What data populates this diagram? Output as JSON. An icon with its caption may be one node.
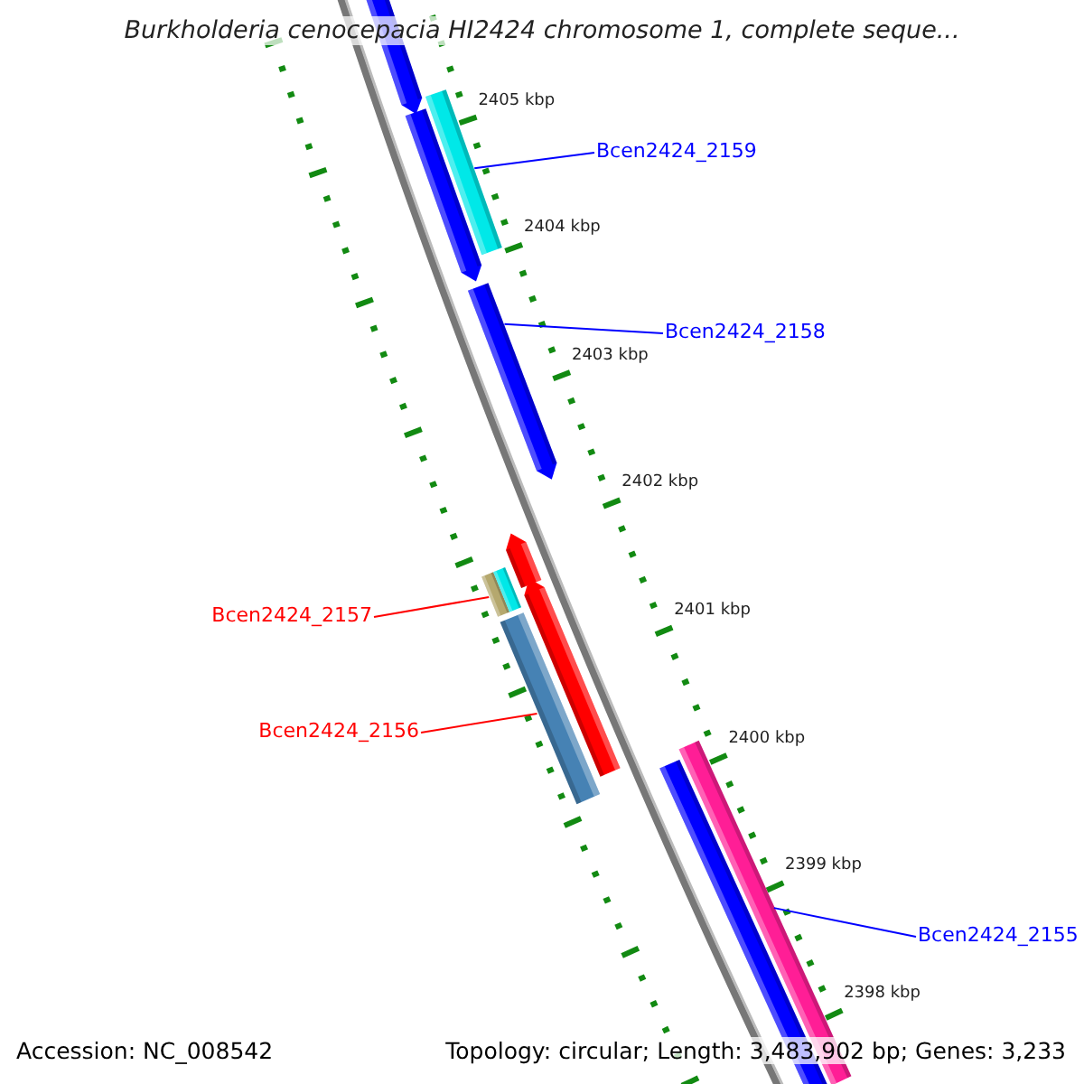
{
  "diagram": {
    "title": "Burkholderia cenocepacia HI2424 chromosome 1, complete seque...",
    "nodes": [
      {
        "text": [
          "Bcen2424_2159"
        ]
      },
      {
        "text": [],
        "shape": "bar"
      },
      {
        "text": [
          "Bcen2424_2158"
        ]
      },
      {
        "text": [],
        "shape": "bar"
      },
      {
        "text": [
          "Bcen2424_2157"
        ]
      },
      {
        "text": [],
        "shape": "bar"
      },
      {
        "text": [
          "Bcen2424_2156"
        ]
      },
      {
        "text": [],
        "shape": "bar"
      },
      {
        "text": [
          "Bcen2424_2155"
        ]
      },
      {
        "text": [],
        "shape": "bar"
      }
    ],
    "edges": [
      {
        "from": 0,
        "to": 1,
        "arrow": "none"
      },
      {
        "from": 2,
        "to": 3,
        "arrow": "none"
      },
      {
        "from": 4,
        "to": 5,
        "arrow": "none",
        "color": "#ff0000"
      },
      {
        "from": 6,
        "to": 7,
        "arrow": "none",
        "color": "#ff0000"
      },
      {
        "from": 8,
        "to": 9,
        "arrow": "none"
      }
    ],
    "labels": [
      "2405 kbp",
      "2404 kbp",
      "2403 kbp",
      "2402 kbp",
      "2401 kbp",
      "2400 kbp",
      "2399 kbp",
      "2398 kbp",
      "Accession: NC_008542",
      "Topology: circular; Length: 3,483,902 bp; Genes: 3,233"
    ]
  }
}
